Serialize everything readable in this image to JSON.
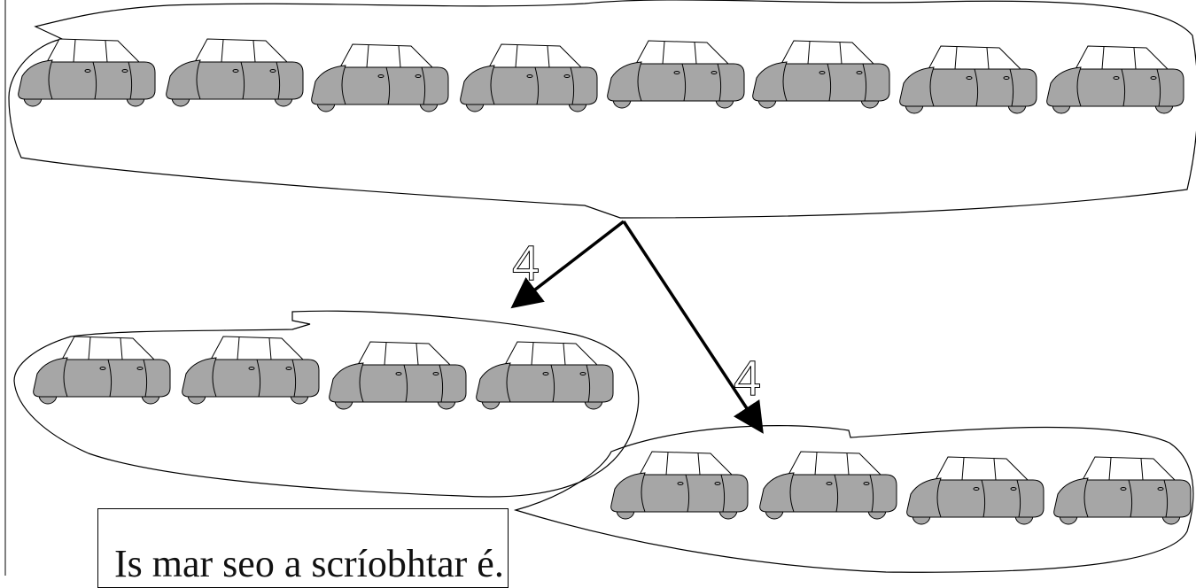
{
  "group_counts": {
    "left": "4",
    "right": "4"
  },
  "caption": {
    "text": "Is mar seo a scríobhtar é."
  },
  "colors": {
    "car_body": "#a6a6a6",
    "outline": "#000000",
    "window": "#ffffff",
    "label_fill": "#ffffff"
  },
  "groups": {
    "whole_cars": 8,
    "left_cars": 4,
    "right_cars": 4
  }
}
